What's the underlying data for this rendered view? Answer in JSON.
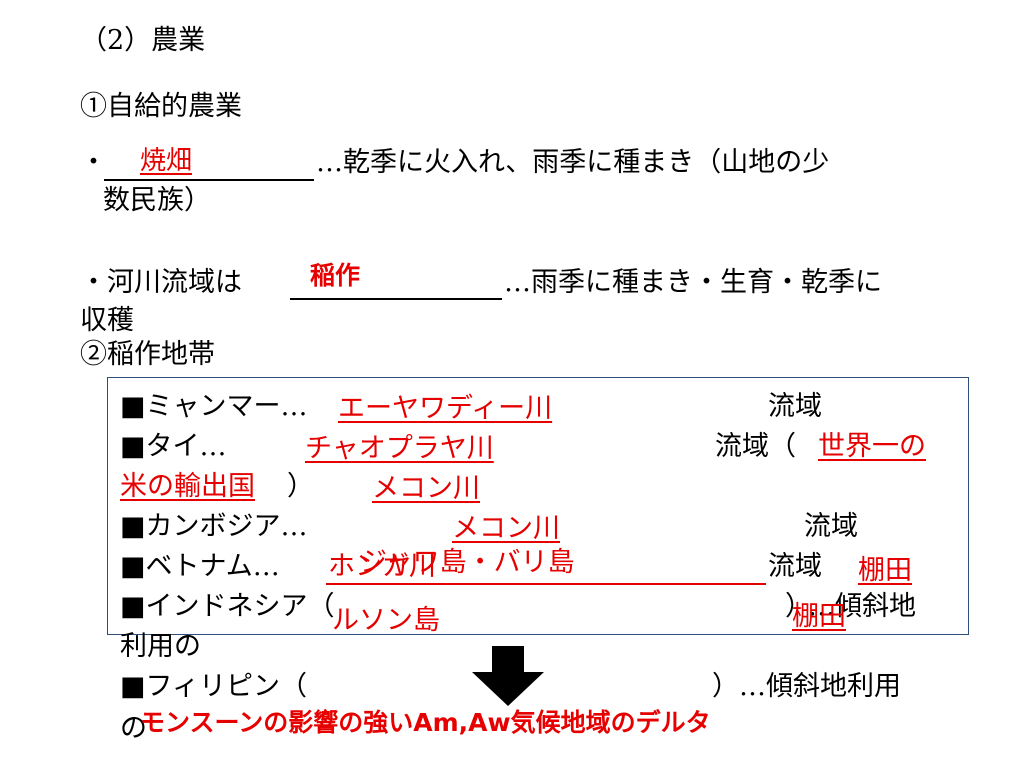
{
  "section_heading": "（2）農業",
  "subsection_1": "①自給的農業",
  "bullet_1": {
    "marker": "・",
    "answer": "焼畑",
    "text_line1": "…乾季に火入れ、雨季に種まき（山地の少",
    "text_line2": "数民族）"
  },
  "bullet_2": {
    "prefix": "・河川流域は",
    "answer": "稲作",
    "text_line1": "…雨季に種まき・生育・乾季に",
    "text_line2": "収穫"
  },
  "subsection_2": "②稲作地帯",
  "countries": {
    "myanmar": {
      "label": "■ミャンマー…",
      "answer": "エーヤワディー川",
      "suffix": "流域"
    },
    "thai": {
      "label": "■タイ…",
      "answer": "チャオプラヤ川",
      "suffix": "流域（",
      "answer2": "世界一の",
      "answer2_cont": "米の輸出国",
      "close": "）",
      "extra_answer": "メコン川"
    },
    "cambodia": {
      "label": "■カンボジア…",
      "answer": "メコン川",
      "suffix": "流域"
    },
    "vietnam": {
      "label": "■ベトナム…",
      "answer": "ホンガ川",
      "answer_overlay": "ジャワ島・バリ島",
      "suffix": "流域",
      "answer2": "棚田"
    },
    "indonesia": {
      "label": "■インドネシア（",
      "answer": "ルソン島",
      "close": "）",
      "dots": "…傾斜地",
      "answer2": "棚田",
      "cont": "利用の"
    },
    "philippines": {
      "label": "■フィリピン（",
      "close": "）…傾斜地利用",
      "cont": "の"
    }
  },
  "footer_note": "モンスーンの影響の強いAm,Aw気候地域のデルタ",
  "colors": {
    "answer": "#e60000",
    "frame": "#2f4f7a",
    "text": "#000000"
  },
  "icons": {
    "arrow": "down-arrow-icon"
  }
}
